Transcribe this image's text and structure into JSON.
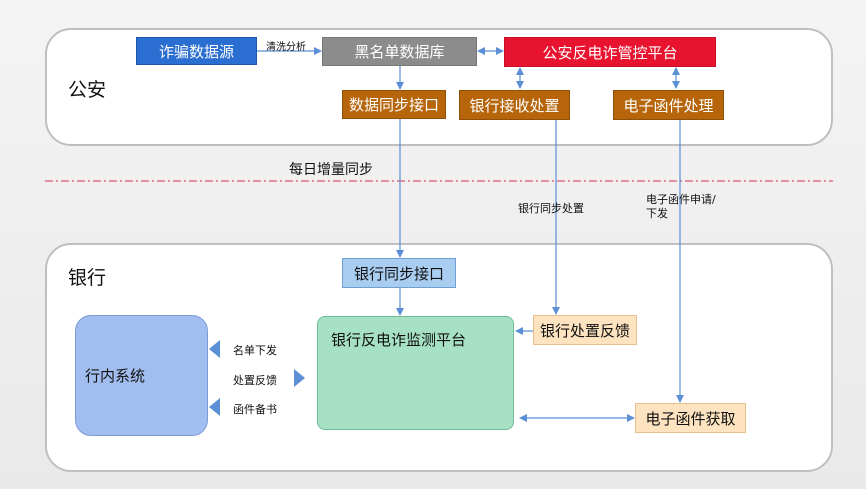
{
  "zones": {
    "police": "公安",
    "bank": "银行"
  },
  "nodes": {
    "fraud_source": "诈骗数据源",
    "blacklist_db": "黑名单数据库",
    "police_platform": "公安反电诈管控平台",
    "data_sync_interface": "数据同步接口",
    "bank_receive_handle": "银行接收处置",
    "e_letter_handle": "电子函件处理",
    "bank_sync_interface": "银行同步接口",
    "bank_platform": "银行反电诈监测平台",
    "bank_handle_feedback": "银行处置反馈",
    "e_letter_fetch": "电子函件获取",
    "internal_system": "行内系统"
  },
  "edge_labels": {
    "clean_analysis": "清洗分析",
    "daily_incremental_sync": "每日增量同步",
    "bank_sync_handle": "银行同步处置",
    "e_letter_request_line1": "电子函件申请/",
    "e_letter_request_line2": "下发",
    "list_issue": "名单下发",
    "handle_feedback": "处置反馈",
    "letter_backup": "函件备书"
  },
  "colors": {
    "blue": "#2a6ed1",
    "gray": "#8c8c8c",
    "red": "#e8132f",
    "brown": "#b6650a",
    "light_blue": "#a9cdf0",
    "peach": "#fde3bf",
    "green": "#a6e1c5",
    "system_blue": "#a2bef0",
    "arrow": "#5b8fd6",
    "divider": "#e0324b"
  }
}
